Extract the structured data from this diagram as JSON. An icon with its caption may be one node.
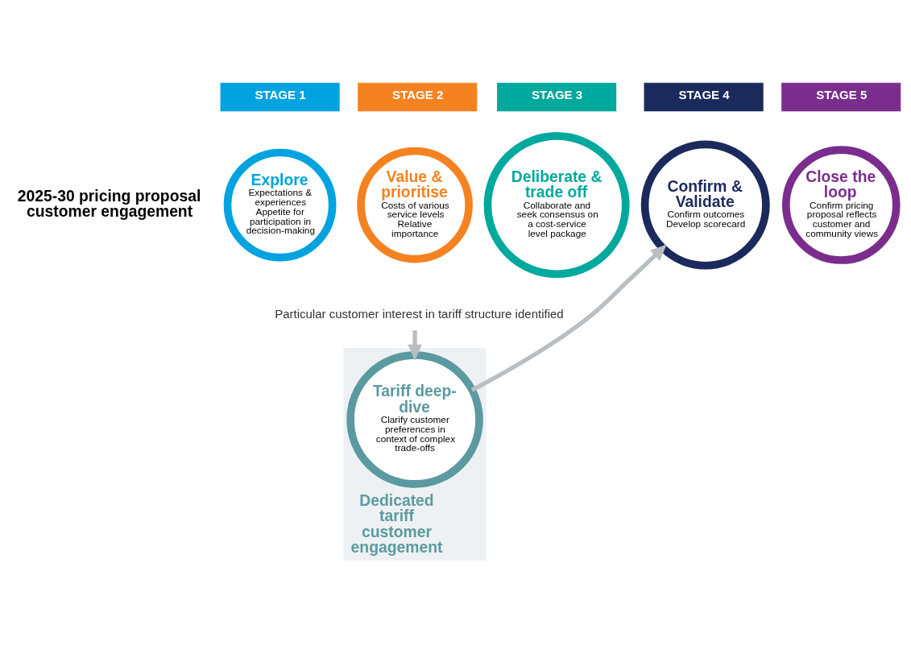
{
  "diagram": {
    "nodes": [
      {
        "text": [
          "STAGE 1"
        ]
      },
      {
        "text": [
          "STAGE 2"
        ]
      },
      {
        "text": [
          "STAGE 3"
        ]
      },
      {
        "text": [
          "STAGE 4"
        ]
      },
      {
        "text": [
          "STAGE 5"
        ]
      },
      {
        "text": [
          "Explore",
          "Expectations & experiences",
          "Appetite for participation in decision-making"
        ]
      },
      {
        "text": [
          "Value & prioritise",
          "Costs of various service levels",
          "Relative importance"
        ]
      },
      {
        "text": [
          "Deliberate & trade off",
          "Collaborate and seek consensus on a cost-service level package"
        ]
      },
      {
        "text": [
          "Confirm & Validate",
          "Confirm outcomes",
          "Develop scorecard"
        ]
      },
      {
        "text": [
          "Close the loop",
          "Confirm pricing proposal reflects customer and community views"
        ]
      },
      {
        "text": [
          "Particular customer interest in tariff structure identified"
        ]
      },
      {
        "text": [
          "Dedicated tariff customer engagement"
        ]
      },
      {
        "text": [
          "Tariff deep-dive",
          "Clarify customer preferences in context of complex trade-offs"
        ],
        "in": 11
      }
    ],
    "edges": [
      {
        "from": 10,
        "to": 12,
        "arrow": "to"
      },
      {
        "from": 12,
        "to": 8,
        "arrow": "to"
      }
    ],
    "labels": [
      "2025-30 pricing proposal customer engagement"
    ]
  }
}
